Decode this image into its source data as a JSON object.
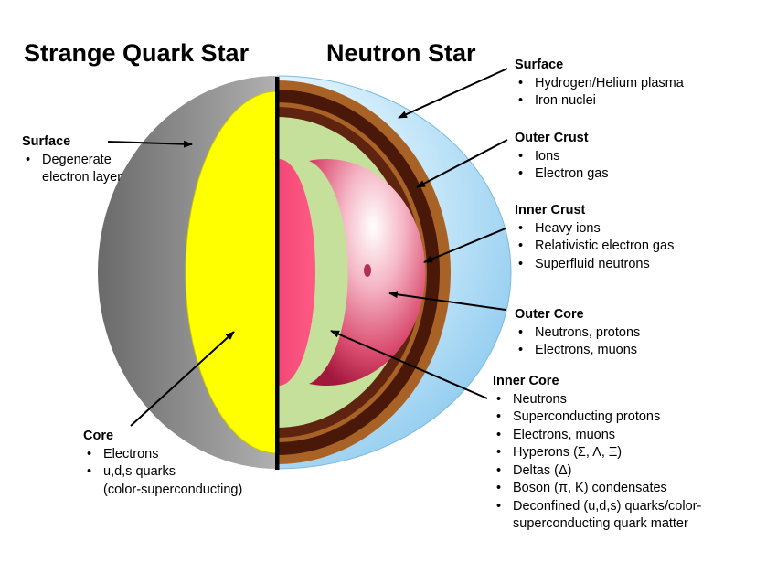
{
  "titles": {
    "left": "Strange Quark Star",
    "right": "Neutron Star"
  },
  "quark_star": {
    "surface": {
      "heading": "Surface",
      "items": [
        "Degenerate",
        "electron layer"
      ]
    },
    "core": {
      "heading": "Core",
      "items": [
        "Electrons",
        "u,d,s quarks",
        "(color-superconducting)"
      ]
    }
  },
  "neutron_star": {
    "surface": {
      "heading": "Surface",
      "items": [
        "Hydrogen/Helium plasma",
        "Iron nuclei"
      ]
    },
    "outer_crust": {
      "heading": "Outer Crust",
      "items": [
        "Ions",
        "Electron gas"
      ]
    },
    "inner_crust": {
      "heading": "Inner Crust",
      "items": [
        "Heavy ions",
        "Relativistic electron gas",
        "Superfluid neutrons"
      ]
    },
    "outer_core": {
      "heading": "Outer Core",
      "items": [
        "Neutrons, protons",
        "Electrons, muons"
      ]
    },
    "inner_core": {
      "heading": "Inner Core",
      "items": [
        "Neutrons",
        "Superconducting protons",
        "Electrons, muons",
        "Hyperons (Σ, Λ, Ξ)",
        "Deltas (Δ)",
        "Boson (π, K) condensates",
        "Deconfined (u,d,s) quarks/color-",
        "superconducting quark matter"
      ]
    }
  },
  "colors": {
    "ns_surface": "#bfe6fb",
    "outer_crust": "#4a1808",
    "crust_band": "#b06a2a",
    "inner_crust_band": "#6a2810",
    "outer_core": "#c4e09a",
    "inner_core": "#e0406a",
    "quark_core": "#ffff00",
    "quark_shell": "#9a9a9a",
    "divider": "#000000"
  }
}
